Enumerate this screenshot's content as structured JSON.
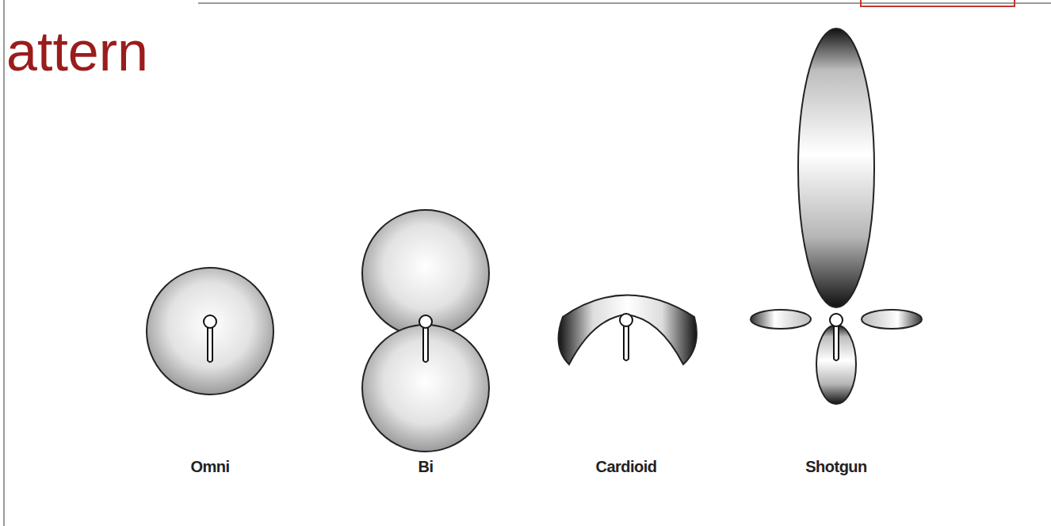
{
  "diagram": {
    "title": "attern",
    "labels": [
      "Omni",
      "Bi",
      "Cardioid",
      "Shotgun"
    ]
  }
}
